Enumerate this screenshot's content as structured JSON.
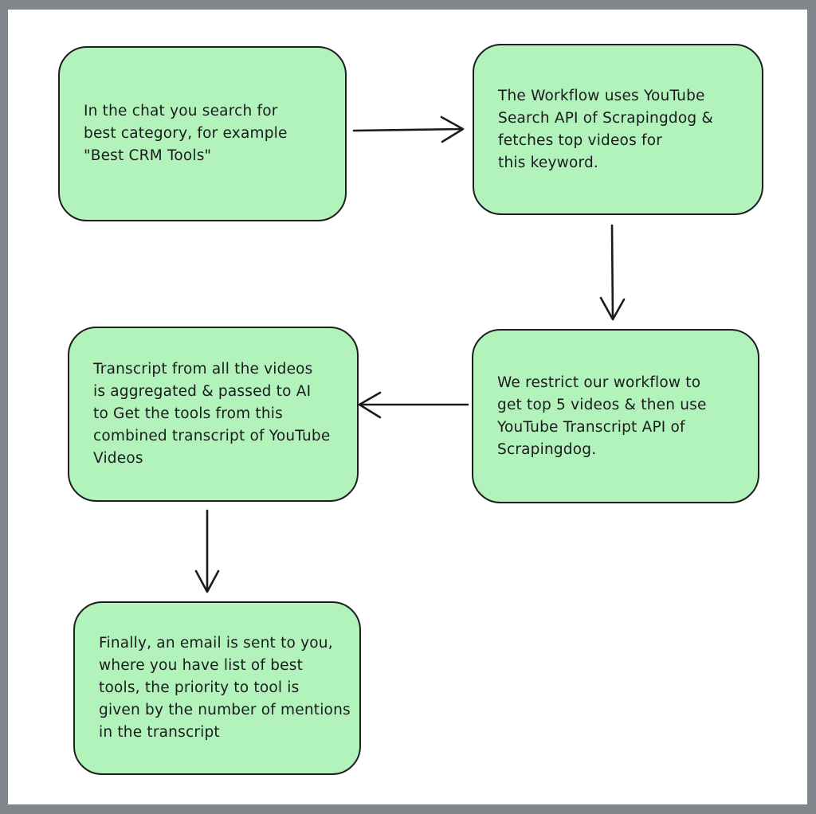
{
  "diagram": {
    "type": "flowchart",
    "description": "Hand-drawn style workflow flowchart with five green rounded nodes connected by arrows",
    "colors": {
      "frame": "#81868d",
      "canvas": "#ffffff",
      "node_fill": "#b2f2bb",
      "node_stroke": "#1e1e1e",
      "arrow": "#1b1b1f",
      "text": "#1b1b1f"
    },
    "nodes": [
      {
        "id": "step-1",
        "text": "In the chat you search for\nbest category, for example\n\"Best CRM Tools\""
      },
      {
        "id": "step-2",
        "text": "The Workflow uses YouTube\nSearch API of Scrapingdog &\nfetches top videos for\nthis keyword."
      },
      {
        "id": "step-3",
        "text": "We restrict our workflow to\nget top 5 videos & then use\nYouTube Transcript API of\nScrapingdog."
      },
      {
        "id": "step-4",
        "text": "Transcript from all the videos\nis aggregated & passed to AI\nto Get the tools from this\ncombined transcript of YouTube\nVideos"
      },
      {
        "id": "step-5",
        "text": "Finally, an email is sent to you,\nwhere you have list of best\ntools, the priority to tool is\ngiven by the number of mentions\nin the transcript"
      }
    ],
    "arrows": [
      {
        "from": "step-1",
        "to": "step-2",
        "direction": "right"
      },
      {
        "from": "step-2",
        "to": "step-3",
        "direction": "down"
      },
      {
        "from": "step-3",
        "to": "step-4",
        "direction": "left"
      },
      {
        "from": "step-4",
        "to": "step-5",
        "direction": "down"
      }
    ]
  }
}
